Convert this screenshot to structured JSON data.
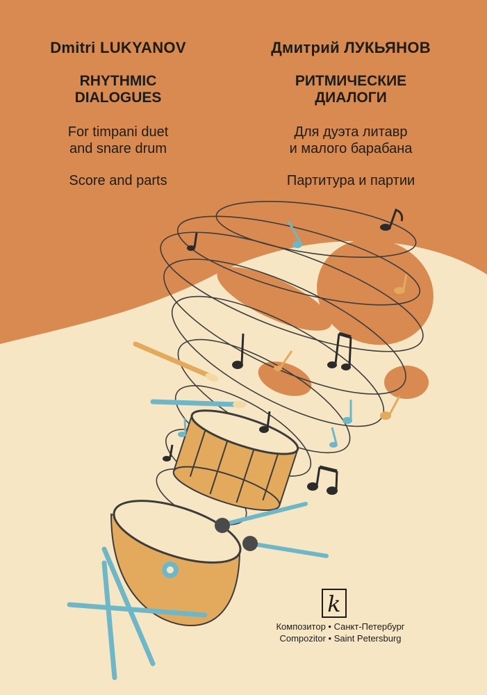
{
  "left": {
    "author": "Dmitri  LUKYANOV",
    "title_line1": "RHYTHMIC",
    "title_line2": "DIALOGUES",
    "subtitle_line1": "For timpani duet",
    "subtitle_line2": "and snare drum",
    "edition": "Score and parts"
  },
  "right": {
    "author": "Дмитрий ЛУКЬЯНОВ",
    "title_line1": "РИТМИЧЕСКИЕ",
    "title_line2": "ДИАЛОГИ",
    "subtitle_line1": "Для дуэта литавр",
    "subtitle_line2": "и малого барабана",
    "edition": "Партитура и партии"
  },
  "publisher": {
    "line_ru": "Композитор • Санкт-Петербург",
    "line_en": "Compozitor • Saint Petersburg"
  },
  "colors": {
    "background_top": "#d98a50",
    "background_bottom": "#f7e6c4",
    "drum_gold": "#e3aa5e",
    "accent_blue": "#6eb7c9",
    "ink": "#1c1c1c"
  }
}
